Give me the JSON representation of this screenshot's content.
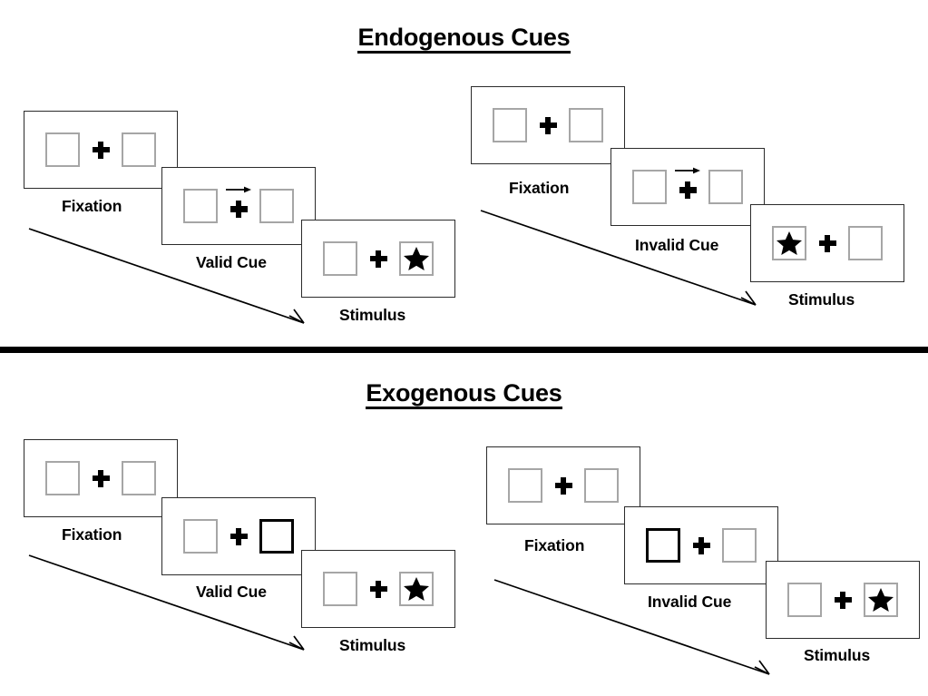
{
  "page": {
    "background": "#ffffff",
    "ink": "#000000",
    "box_border_color": "#a6a6a6",
    "cued_box_border_color": "#000000",
    "panel_border_color": "#2b2b2b"
  },
  "sections": [
    {
      "id": "endogenous",
      "title": "Endogenous Cues",
      "conditions": [
        {
          "id": "endogenous-valid",
          "frames": [
            {
              "stage": "fixation",
              "caption": "Fixation",
              "cue": "none",
              "cue_side": "none",
              "target_side": "none"
            },
            {
              "stage": "cue",
              "caption": "Valid Cue",
              "cue": "arrow-right",
              "cue_side": "right",
              "target_side": "none"
            },
            {
              "stage": "stimulus",
              "caption": "Stimulus",
              "cue": "none",
              "cue_side": "none",
              "target_side": "right"
            }
          ]
        },
        {
          "id": "endogenous-invalid",
          "frames": [
            {
              "stage": "fixation",
              "caption": "Fixation",
              "cue": "none",
              "cue_side": "none",
              "target_side": "none"
            },
            {
              "stage": "cue",
              "caption": "Invalid Cue",
              "cue": "arrow-right",
              "cue_side": "right",
              "target_side": "none"
            },
            {
              "stage": "stimulus",
              "caption": "Stimulus",
              "cue": "none",
              "cue_side": "none",
              "target_side": "left"
            }
          ]
        }
      ]
    },
    {
      "id": "exogenous",
      "title": "Exogenous Cues",
      "conditions": [
        {
          "id": "exogenous-valid",
          "frames": [
            {
              "stage": "fixation",
              "caption": "Fixation",
              "cue": "none",
              "cue_side": "none",
              "target_side": "none"
            },
            {
              "stage": "cue",
              "caption": "Valid Cue",
              "cue": "box-flash",
              "cue_side": "right",
              "target_side": "none"
            },
            {
              "stage": "stimulus",
              "caption": "Stimulus",
              "cue": "none",
              "cue_side": "none",
              "target_side": "right"
            }
          ]
        },
        {
          "id": "exogenous-invalid",
          "frames": [
            {
              "stage": "fixation",
              "caption": "Fixation",
              "cue": "none",
              "cue_side": "none",
              "target_side": "none"
            },
            {
              "stage": "cue",
              "caption": "Invalid Cue",
              "cue": "box-flash",
              "cue_side": "left",
              "target_side": "none"
            },
            {
              "stage": "stimulus",
              "caption": "Stimulus",
              "cue": "none",
              "cue_side": "none",
              "target_side": "right"
            }
          ]
        }
      ]
    }
  ],
  "icons": {
    "fixation_cross": "plus-icon",
    "target": "star-icon",
    "endogenous_cue": "arrow-right-icon",
    "flow": "diagonal-arrow-icon"
  }
}
